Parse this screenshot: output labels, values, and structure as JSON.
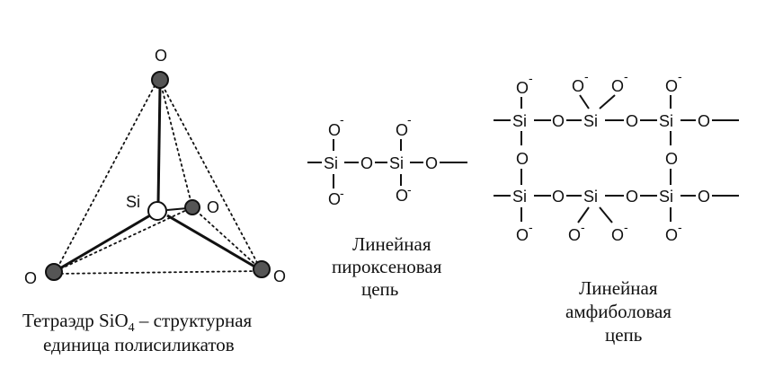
{
  "tetrahedron": {
    "apex_label": "O",
    "si_label": "Si",
    "right_inner_label": "O",
    "bottom_left_label": "O",
    "bottom_right_label": "O",
    "caption_line1_a": "Тетраэдр SiO",
    "caption_sub": "4",
    "caption_line1_b": " – структурная",
    "caption_line2": "единица полисиликатов"
  },
  "pyroxene": {
    "si": "Si",
    "o": "O",
    "charge": "-",
    "caption_line1": "Линейная",
    "caption_line2": "пироксеновая",
    "caption_line3": "цепь"
  },
  "amphibole": {
    "si": "Si",
    "o": "O",
    "charge": "-",
    "caption_line1": "Линейная",
    "caption_line2": "амфиболовая",
    "caption_line3": "цепь"
  }
}
